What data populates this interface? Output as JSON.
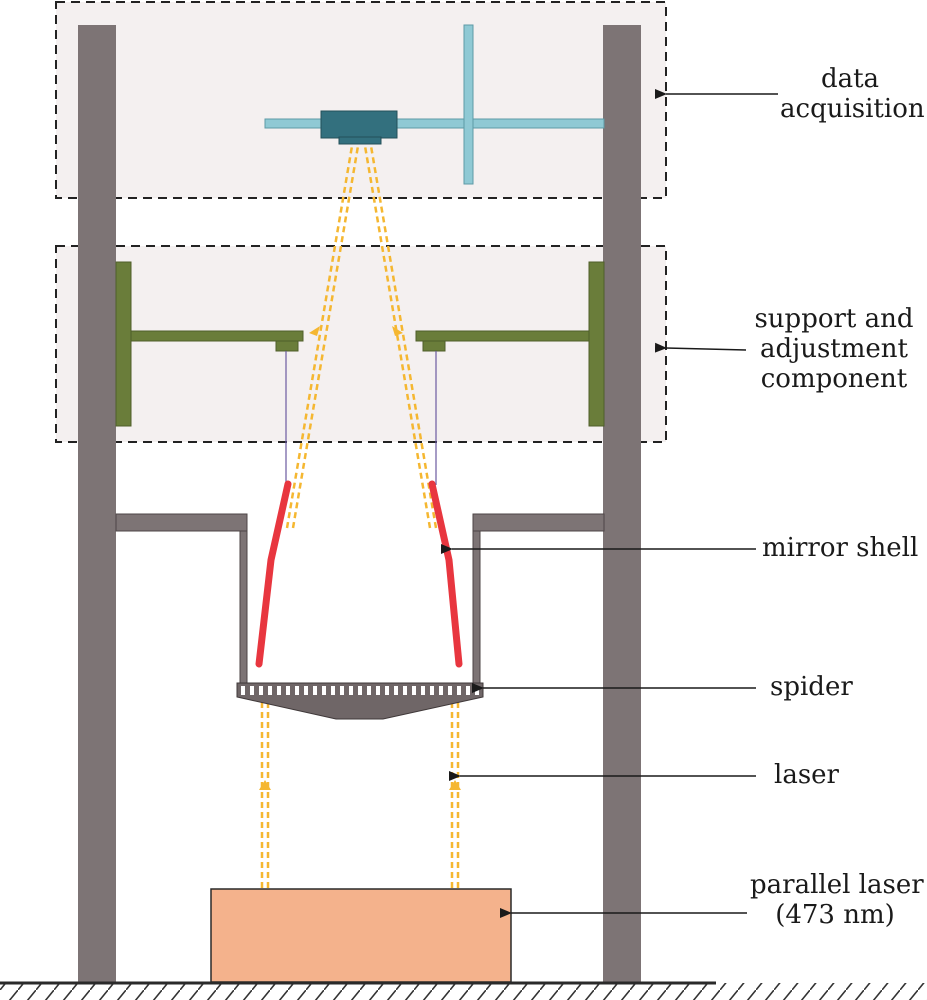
{
  "labels": {
    "data_acquisition": [
      "data",
      "acquisition"
    ],
    "support_adjustment": [
      "support and",
      "adjustment",
      "component"
    ],
    "mirror_shell": "mirror shell",
    "spider": "spider",
    "laser": "laser",
    "parallel_laser": [
      "parallel laser",
      "(473 nm)"
    ]
  },
  "colors": {
    "frame_post": "#7d7475",
    "panel_fill": "#f4f0f0",
    "camera": "#33707e",
    "camera_rail": "#8fc9d4",
    "bracket": "#6a7d3a",
    "mirror_shell": "#e8363f",
    "laser_ray": "#f5b731",
    "spider": "#6f6667",
    "laser_source": "#f4b28c",
    "ground": "#333333"
  }
}
